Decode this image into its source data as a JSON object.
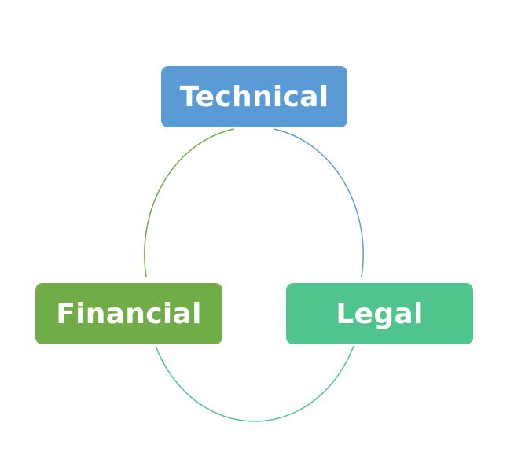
{
  "nodes": {
    "technical": {
      "label": "Technical",
      "color": "#5b9bd5"
    },
    "financial": {
      "label": "Financial",
      "color": "#70ad47"
    },
    "legal": {
      "label": "Legal",
      "color": "#4fc48c"
    }
  },
  "connectors": {
    "technical_to_legal": "#5b9bd5",
    "legal_to_financial": "#4fc48c",
    "financial_to_technical": "#70ad47"
  }
}
